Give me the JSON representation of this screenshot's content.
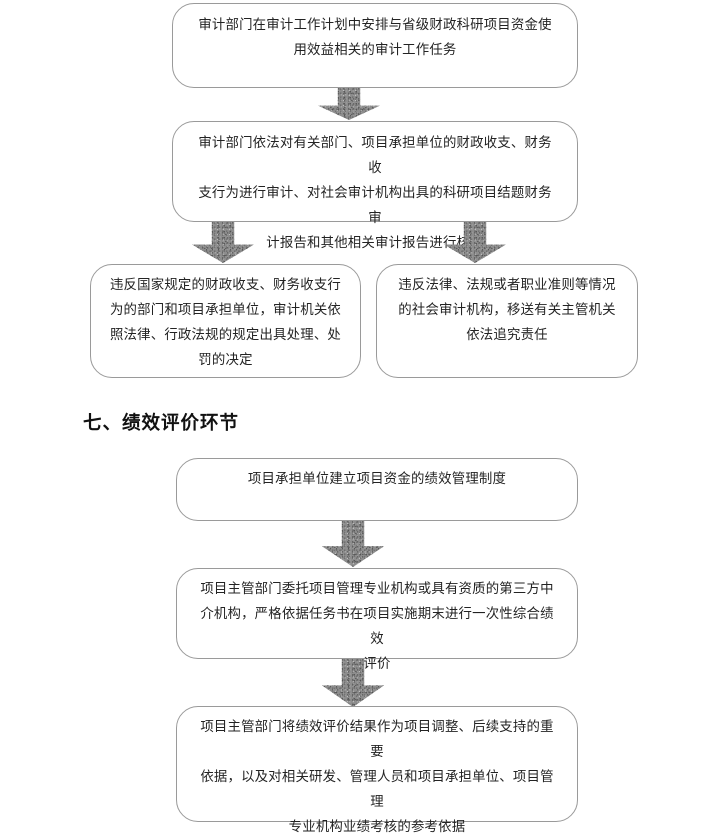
{
  "document": {
    "section_heading": "七、绩效评价环节"
  },
  "flow_audit": {
    "name": "audit-flow",
    "nodes": [
      {
        "id": "audit-plan-task",
        "text": "审计部门在审计工作计划中安排与省级财政科研项目资金使\n用效益相关的审计工作任务"
      },
      {
        "id": "audit-review",
        "text": "审计部门依法对有关部门、项目承担单位的财政收支、财务收\n支行为进行审计、对社会审计机构出具的科研项目结题财务审\n计报告和其他相关审计报告进行核查"
      },
      {
        "id": "penalty-departments",
        "text": "违反国家规定的财政收支、财务收支行\n为的部门和项目承担单位，审计机关依\n照法律、行政法规的规定出具处理、处\n罚的决定"
      },
      {
        "id": "penalty-social-audit",
        "text": "违反法律、法规或者职业准则等情况\n的社会审计机构，移送有关主管机关\n依法追究责任"
      }
    ],
    "arrows": [
      {
        "id": "arrow-audit-1"
      },
      {
        "id": "arrow-audit-branch-left"
      },
      {
        "id": "arrow-audit-branch-right"
      }
    ]
  },
  "flow_performance": {
    "name": "performance-evaluation-flow",
    "nodes": [
      {
        "id": "perf-management-system",
        "text": "项目承担单位建立项目资金的绩效管理制度"
      },
      {
        "id": "perf-evaluation-entrust",
        "text": "项目主管部门委托项目管理专业机构或具有资质的第三方中\n介机构，严格依据任务书在项目实施期末进行一次性综合绩效\n评价"
      },
      {
        "id": "perf-result-usage",
        "text": "项目主管部门将绩效评价结果作为项目调整、后续支持的重要\n依据，以及对相关研发、管理人员和项目承担单位、项目管理\n专业机构业绩考核的参考依据"
      }
    ],
    "arrows": [
      {
        "id": "arrow-perf-1"
      },
      {
        "id": "arrow-perf-2"
      }
    ]
  },
  "style": {
    "box_border_color": "#9a9a9a",
    "arrow_fill_color": "#8d8d8d",
    "text_color": "#232323",
    "background_color": "#ffffff"
  }
}
